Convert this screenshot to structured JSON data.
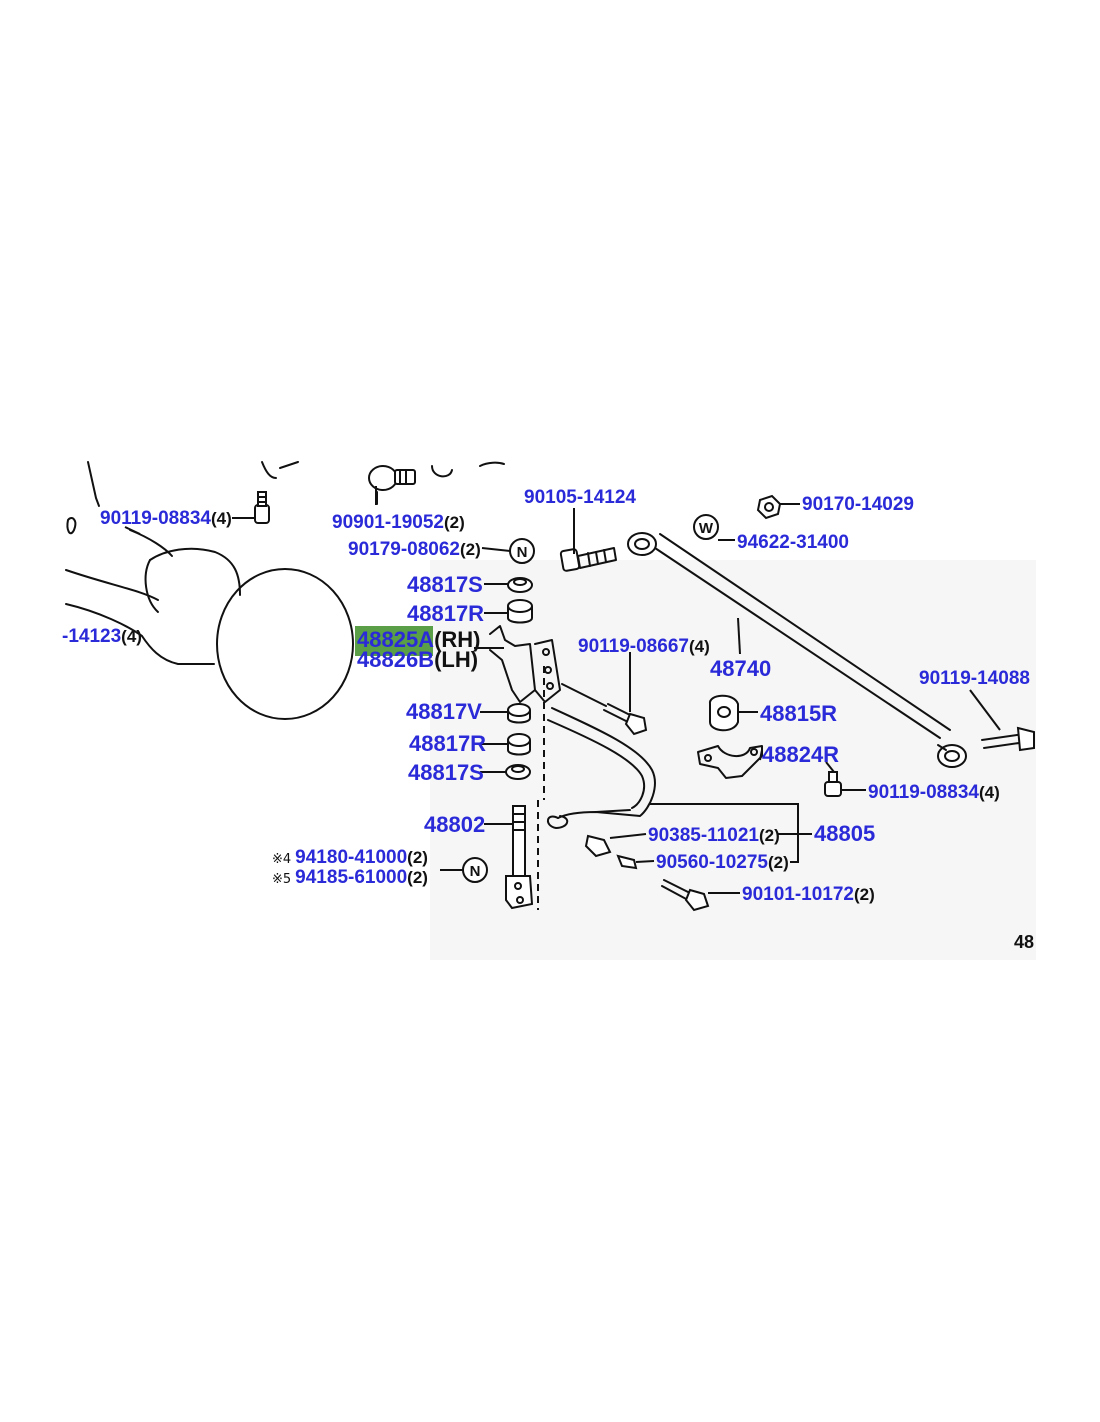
{
  "diagram": {
    "page_code": "48",
    "colors": {
      "part_number": "#2a2ad8",
      "highlight": "#5a9e48",
      "ink": "#111111"
    },
    "icons": {
      "nut_mark": "N",
      "washer_mark": "W"
    },
    "labels": {
      "p_90119_08834_tl": {
        "num": "90119-08834",
        "qty": "(4)"
      },
      "p_90901_19052": {
        "num": "90901-19052",
        "qty": "(2)"
      },
      "p_90105_14124": {
        "num": "90105-14124",
        "qty": ""
      },
      "p_90170_14029": {
        "num": "90170-14029",
        "qty": ""
      },
      "p_94622_31400": {
        "num": "94622-31400",
        "qty": ""
      },
      "p_90179_08062": {
        "num": "90179-08062",
        "qty": "(2)"
      },
      "p_14123": {
        "num": "-14123",
        "qty": "(4)"
      },
      "p_48817S_top": {
        "num": "48817S",
        "qty": ""
      },
      "p_48817R_top": {
        "num": "48817R",
        "qty": ""
      },
      "p_48825A": {
        "num": "48825A",
        "qty": "(RH)"
      },
      "p_48826B": {
        "num": "48826B",
        "qty": "(LH)"
      },
      "p_90119_08667": {
        "num": "90119-08667",
        "qty": "(4)"
      },
      "p_48740": {
        "num": "48740",
        "qty": ""
      },
      "p_90119_14088": {
        "num": "90119-14088",
        "qty": ""
      },
      "p_48817V": {
        "num": "48817V",
        "qty": ""
      },
      "p_48815R": {
        "num": "48815R",
        "qty": ""
      },
      "p_48817R_low": {
        "num": "48817R",
        "qty": ""
      },
      "p_48824R": {
        "num": "48824R",
        "qty": ""
      },
      "p_48817S_low": {
        "num": "48817S",
        "qty": ""
      },
      "p_90119_08834_r": {
        "num": "90119-08834",
        "qty": "(4)"
      },
      "p_48802": {
        "num": "48802",
        "qty": ""
      },
      "p_90385_11021": {
        "num": "90385-11021",
        "qty": "(2)"
      },
      "p_48805": {
        "num": "48805",
        "qty": ""
      },
      "p_94180_41000": {
        "mark": "※4",
        "num": "94180-41000",
        "qty": "(2)"
      },
      "p_94185_61000": {
        "mark": "※5",
        "num": "94185-61000",
        "qty": "(2)"
      },
      "p_90560_10275": {
        "num": "90560-10275",
        "qty": "(2)"
      },
      "p_90101_10172": {
        "num": "90101-10172",
        "qty": "(2)"
      }
    }
  }
}
